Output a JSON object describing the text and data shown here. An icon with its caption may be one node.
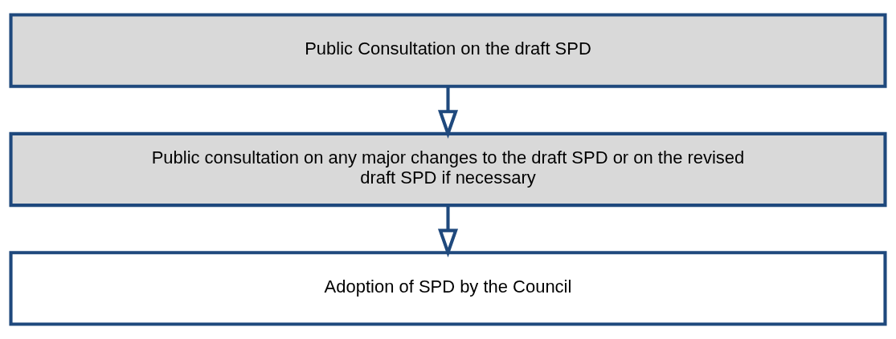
{
  "diagram": {
    "nodes": [
      {
        "text": [
          "Public Consultation on the draft SPD"
        ]
      },
      {
        "text": [
          "Public consultation on any major changes to the draft SPD or on the revised draft SPD if necessary"
        ]
      },
      {
        "text": [
          "Adoption of SPD by the Council"
        ]
      }
    ],
    "edges": [
      {
        "from": 0,
        "to": 1,
        "arrow": "to"
      },
      {
        "from": 1,
        "to": 2,
        "arrow": "to"
      }
    ]
  }
}
